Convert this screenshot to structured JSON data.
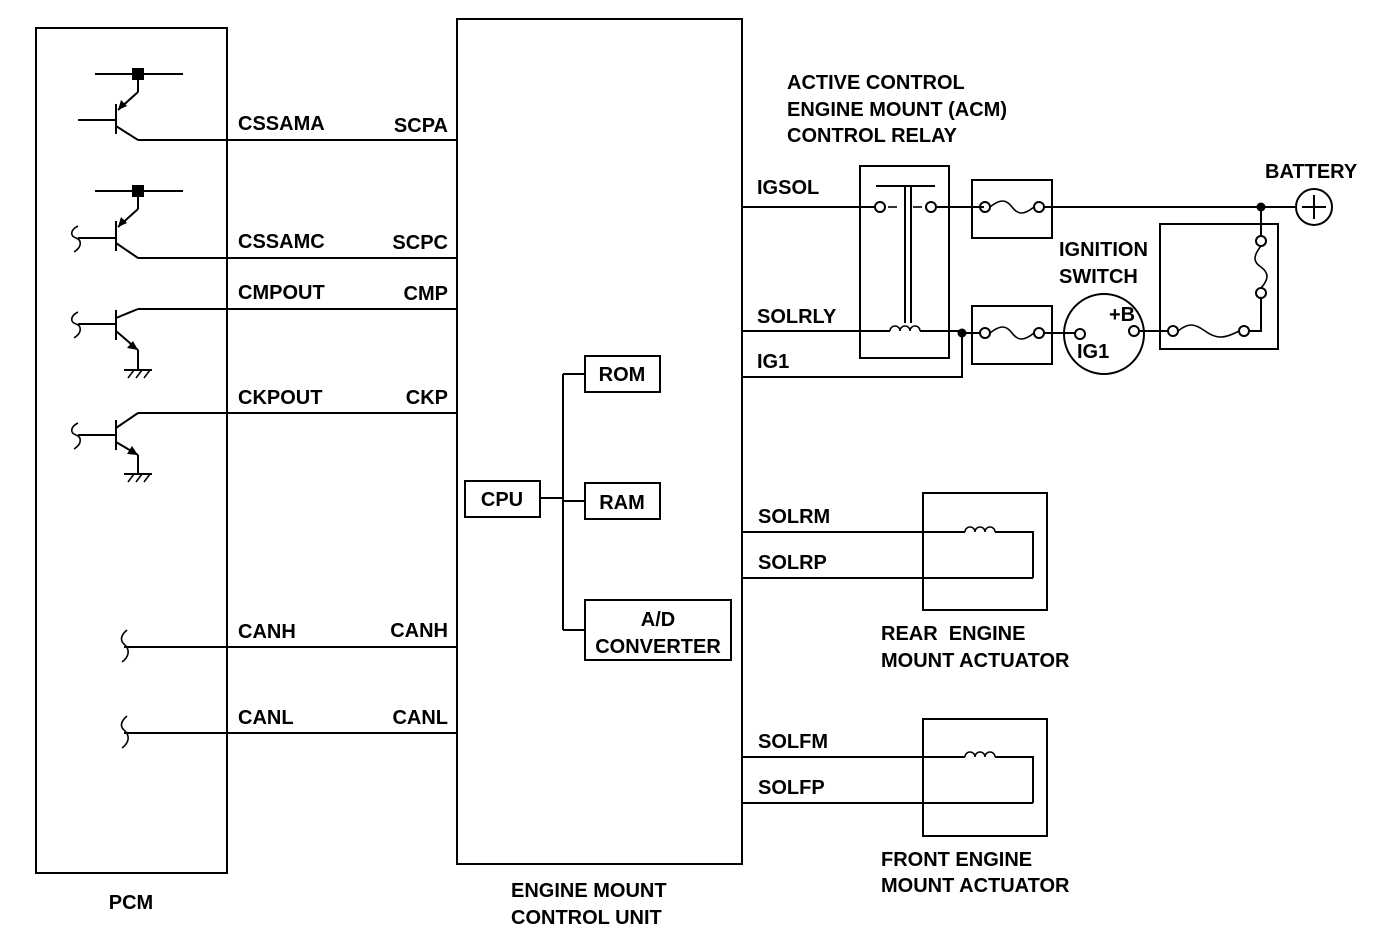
{
  "pcm": {
    "title": "PCM",
    "outputs": [
      "CSSAMA",
      "CSSAMC",
      "CMPOUT",
      "CKPOUT",
      "CANH",
      "CANL"
    ]
  },
  "ecu": {
    "title_line1": "ENGINE MOUNT",
    "title_line2": "CONTROL UNIT",
    "inputs": [
      "SCPA",
      "SCPC",
      "CMP",
      "CKP",
      "CANH",
      "CANL"
    ],
    "cpu": "CPU",
    "rom": "ROM",
    "ram": "RAM",
    "adc_line1": "A/D",
    "adc_line2": "CONVERTER",
    "relay_pins": [
      "IGSOL",
      "SOLRLY",
      "IG1"
    ],
    "rear_pins": [
      "SOLRM",
      "SOLRP"
    ],
    "front_pins": [
      "SOLFM",
      "SOLFP"
    ]
  },
  "relay": {
    "line1": "ACTIVE CONTROL",
    "line2": "ENGINE MOUNT (ACM)",
    "line3": "CONTROL RELAY"
  },
  "battery": {
    "label": "BATTERY"
  },
  "ignition": {
    "line1": "IGNITION",
    "line2": "SWITCH",
    "pin_b": "+B",
    "pin_ig1": "IG1"
  },
  "rear_actuator": {
    "line1": "REAR  ENGINE",
    "line2": "MOUNT ACTUATOR"
  },
  "front_actuator": {
    "line1": "FRONT ENGINE",
    "line2": "MOUNT ACTUATOR"
  }
}
